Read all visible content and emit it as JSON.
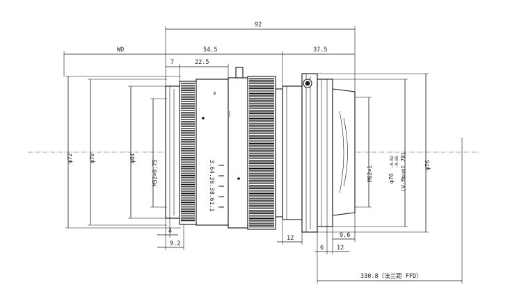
{
  "drawing": {
    "dimensions_top": {
      "overall_length": "92",
      "wd": "WD",
      "body_length": "54.5",
      "mount_length": "37.5",
      "front_step": "7",
      "focus_ring": "22.5"
    },
    "dimensions_left": {
      "d72": "φ72",
      "d70": "φ70",
      "d64": "φ64",
      "thread": "M52×0.75"
    },
    "dimensions_right": {
      "thread": "M62×1",
      "mount_dia": "φ70",
      "tol_upper": "-0.02",
      "tol_lower": "-0.05",
      "mount_name": "(V-Mount 70)",
      "d76": "φ76"
    },
    "dimensions_bottom": {
      "lip": "4",
      "front_depth": "9.2",
      "dim_12a": "12",
      "dim_96": "9.6",
      "dim_6": "6",
      "dim_12b": "12",
      "ffd": "330.8（法兰距 FFD）"
    },
    "ring_marks": {
      "top_marks": "∞",
      "aperture_values": [
        "3.6",
        "4.2",
        "6.3",
        "8.6",
        "1.1"
      ]
    }
  }
}
